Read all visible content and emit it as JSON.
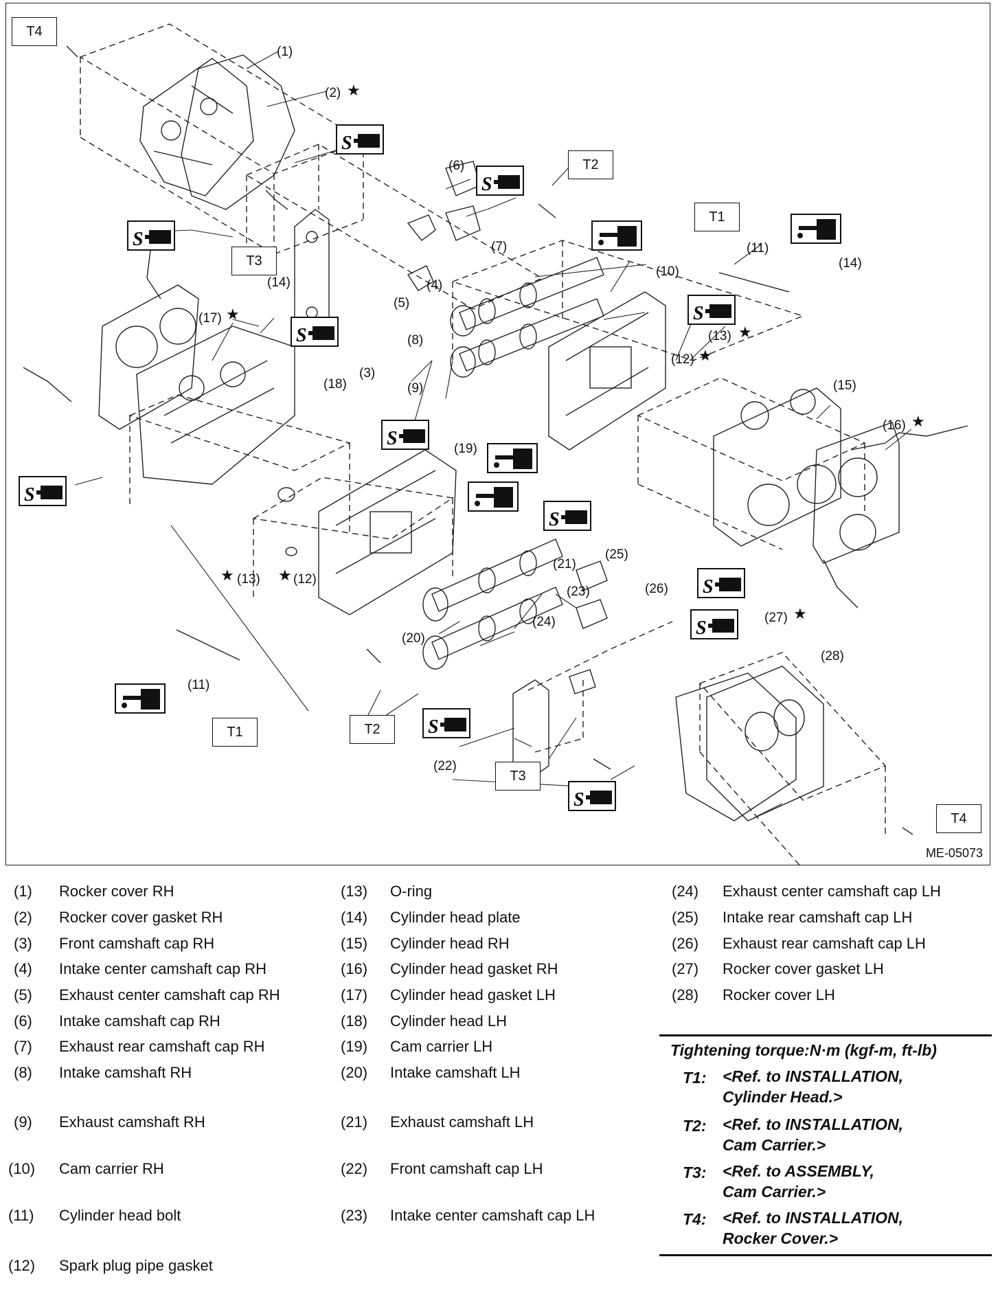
{
  "figure_id": "ME-05073",
  "callouts": [
    "(1)",
    "(2)",
    "(3)",
    "(4)",
    "(5)",
    "(6)",
    "(7)",
    "(8)",
    "(9)",
    "(10)",
    "(11)",
    "(12)",
    "(13)",
    "(14)",
    "(15)",
    "(16)",
    "(17)",
    "(18)",
    "(19)",
    "(20)",
    "(21)",
    "(22)",
    "(23)",
    "(24)",
    "(25)",
    "(26)",
    "(27)",
    "(28)",
    "(11)",
    "(12)",
    "(13)",
    "(14)"
  ],
  "torque_marks": [
    "T4",
    "T3",
    "T2",
    "T1",
    "T1",
    "T2",
    "T3",
    "T4"
  ],
  "icons": {
    "grease": "grease-icon",
    "oil": "oil-can-icon",
    "star": "star-icon"
  },
  "legend": [
    {
      "num": "(1)",
      "name": "Rocker cover RH"
    },
    {
      "num": "(2)",
      "name": "Rocker cover gasket RH"
    },
    {
      "num": "(3)",
      "name": "Front camshaft cap RH"
    },
    {
      "num": "(4)",
      "name": "Intake center camshaft cap RH"
    },
    {
      "num": "(5)",
      "name": "Exhaust center camshaft cap RH"
    },
    {
      "num": "(6)",
      "name": "Intake camshaft cap RH"
    },
    {
      "num": "(7)",
      "name": "Exhaust rear camshaft cap RH"
    },
    {
      "num": "(8)",
      "name": "Intake camshaft RH"
    },
    {
      "num": "(9)",
      "name": "Exhaust camshaft RH"
    },
    {
      "num": "(10)",
      "name": "Cam carrier RH"
    },
    {
      "num": "(11)",
      "name": "Cylinder head bolt"
    },
    {
      "num": "(12)",
      "name": "Spark plug pipe gasket"
    },
    {
      "num": "(13)",
      "name": "O-ring"
    },
    {
      "num": "(14)",
      "name": "Cylinder head plate"
    },
    {
      "num": "(15)",
      "name": "Cylinder head RH"
    },
    {
      "num": "(16)",
      "name": "Cylinder head gasket RH"
    },
    {
      "num": "(17)",
      "name": "Cylinder head gasket LH"
    },
    {
      "num": "(18)",
      "name": "Cylinder head LH"
    },
    {
      "num": "(19)",
      "name": "Cam carrier LH"
    },
    {
      "num": "(20)",
      "name": "Intake camshaft LH"
    },
    {
      "num": "(21)",
      "name": "Exhaust camshaft LH"
    },
    {
      "num": "(22)",
      "name": "Front camshaft cap LH"
    },
    {
      "num": "(23)",
      "name": "Intake center camshaft cap LH"
    },
    {
      "num": "(24)",
      "name": "Exhaust center camshaft cap LH"
    },
    {
      "num": "(25)",
      "name": "Intake rear camshaft cap LH"
    },
    {
      "num": "(26)",
      "name": "Exhaust rear camshaft cap LH"
    },
    {
      "num": "(27)",
      "name": "Rocker cover gasket LH"
    },
    {
      "num": "(28)",
      "name": "Rocker cover LH"
    }
  ],
  "torque": {
    "title": "Tightening torque:N·m (kgf-m, ft-lb)",
    "items": [
      {
        "key": "T1:",
        "value": "<Ref. to INSTALLATION,\nCylinder Head.>"
      },
      {
        "key": "T2:",
        "value": "<Ref. to INSTALLATION,\nCam Carrier.>"
      },
      {
        "key": "T3:",
        "value": "<Ref. to ASSEMBLY,\nCam Carrier.>"
      },
      {
        "key": "T4:",
        "value": "<Ref. to INSTALLATION,\nRocker Cover.>"
      }
    ]
  }
}
